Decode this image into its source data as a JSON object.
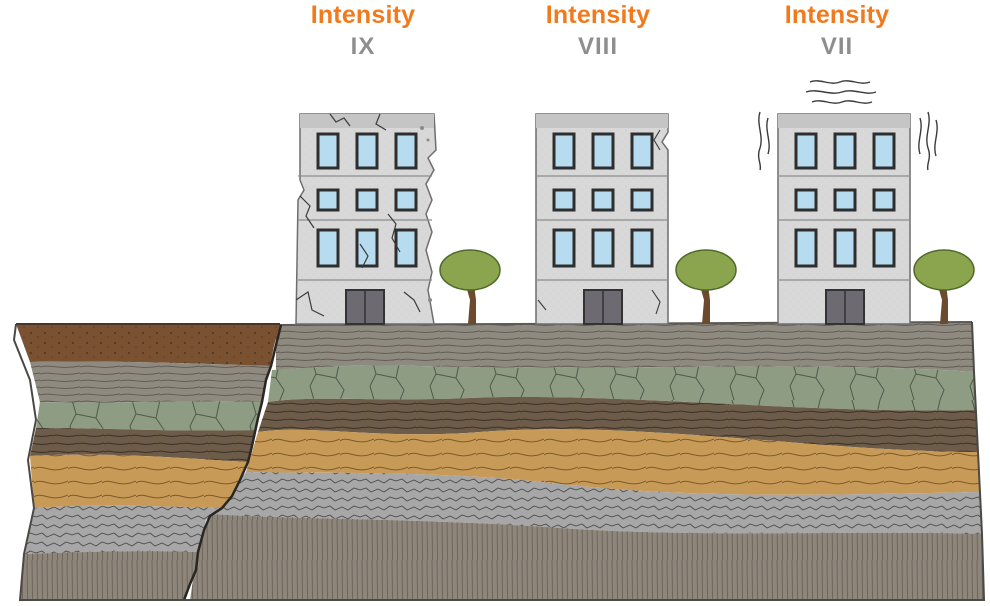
{
  "intensity_labels": [
    {
      "word": "Intensity",
      "numeral": "IX"
    },
    {
      "word": "Intensity",
      "numeral": "VIII"
    },
    {
      "word": "Intensity",
      "numeral": "VII"
    }
  ],
  "colors": {
    "label_orange": "#f07a1c",
    "numeral_grey": "#8e8e8e",
    "building_wall": "#d6d6d6",
    "window_glass": "#b8dcef",
    "topsoil": "#7a5232",
    "grey_sediment": "#8f8a80",
    "green_layer": "#8e9c84",
    "dark_brown_layer": "#6d5c49",
    "sand_layer": "#c89a58",
    "silver_layer": "#a7a7a7",
    "bedrock": "#8e857b",
    "tree_canopy": "#8aa54e"
  }
}
